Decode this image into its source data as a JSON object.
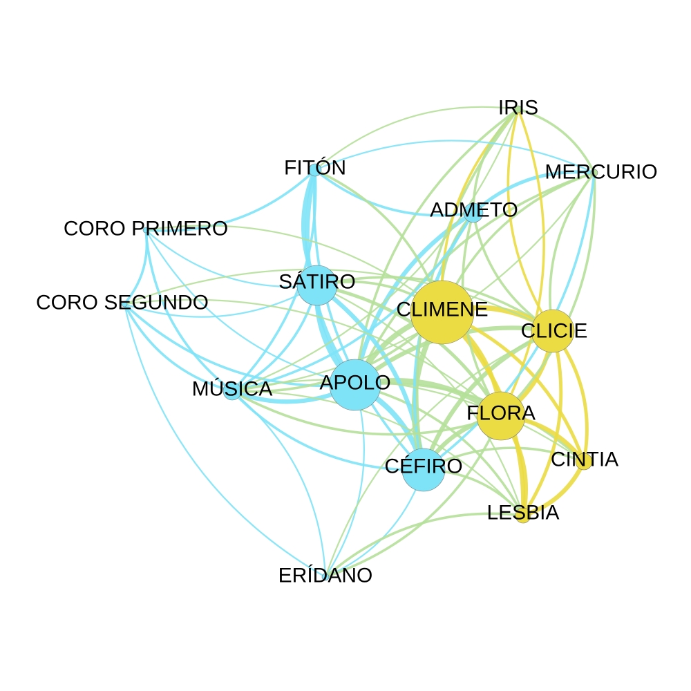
{
  "colors": {
    "blue": "#7ee3f7",
    "yellow": "#ebdc43",
    "green": "#b5e09a"
  },
  "nodes": [
    {
      "id": "apolo",
      "label": "APOLO",
      "group": "blue"
    },
    {
      "id": "climene",
      "label": "CLIMENE",
      "group": "yellow"
    },
    {
      "id": "clicie",
      "label": "CLICIE",
      "group": "yellow"
    },
    {
      "id": "flora",
      "label": "FLORA",
      "group": "yellow"
    },
    {
      "id": "cefiro",
      "label": "CÉFIRO",
      "group": "blue"
    },
    {
      "id": "satiro",
      "label": "SÁTIRO",
      "group": "blue"
    },
    {
      "id": "admeto",
      "label": "ADMETO",
      "group": "blue"
    },
    {
      "id": "fiton",
      "label": "FITÓN",
      "group": "blue"
    },
    {
      "id": "musica",
      "label": "MÚSICA",
      "group": "blue"
    },
    {
      "id": "iris",
      "label": "IRIS",
      "group": "green"
    },
    {
      "id": "mercurio",
      "label": "MERCURIO",
      "group": "green"
    },
    {
      "id": "coro_primero",
      "label": "CORO PRIMERO",
      "group": "blue"
    },
    {
      "id": "coro_segundo",
      "label": "CORO SEGUNDO",
      "group": "blue"
    },
    {
      "id": "cintia",
      "label": "CINTIA",
      "group": "yellow"
    },
    {
      "id": "lesbia",
      "label": "LESBIA",
      "group": "yellow"
    },
    {
      "id": "eridano",
      "label": "ERÍDANO",
      "group": "blue"
    }
  ],
  "edges": [
    {
      "source": "apolo",
      "target": "satiro",
      "weight": 5,
      "color": "blue"
    },
    {
      "source": "apolo",
      "target": "cefiro",
      "weight": 5,
      "color": "blue"
    },
    {
      "source": "apolo",
      "target": "fiton",
      "weight": 4,
      "color": "blue"
    },
    {
      "source": "apolo",
      "target": "musica",
      "weight": 4,
      "color": "blue"
    },
    {
      "source": "apolo",
      "target": "admeto",
      "weight": 4,
      "color": "blue"
    },
    {
      "source": "apolo",
      "target": "climene",
      "weight": 5,
      "color": "green"
    },
    {
      "source": "apolo",
      "target": "clicie",
      "weight": 4,
      "color": "green"
    },
    {
      "source": "apolo",
      "target": "flora",
      "weight": 5,
      "color": "green"
    },
    {
      "source": "apolo",
      "target": "cintia",
      "weight": 2,
      "color": "green"
    },
    {
      "source": "apolo",
      "target": "lesbia",
      "weight": 2,
      "color": "green"
    },
    {
      "source": "apolo",
      "target": "coro_segundo",
      "weight": 2,
      "color": "blue"
    },
    {
      "source": "apolo",
      "target": "coro_primero",
      "weight": 1,
      "color": "blue"
    },
    {
      "source": "apolo",
      "target": "iris",
      "weight": 2,
      "color": "green"
    },
    {
      "source": "apolo",
      "target": "mercurio",
      "weight": 2,
      "color": "green"
    },
    {
      "source": "apolo",
      "target": "eridano",
      "weight": 1,
      "color": "blue"
    },
    {
      "source": "satiro",
      "target": "fiton",
      "weight": 4,
      "color": "blue"
    },
    {
      "source": "satiro",
      "target": "cefiro",
      "weight": 4,
      "color": "blue"
    },
    {
      "source": "satiro",
      "target": "musica",
      "weight": 2,
      "color": "blue"
    },
    {
      "source": "satiro",
      "target": "climene",
      "weight": 2,
      "color": "green"
    },
    {
      "source": "satiro",
      "target": "flora",
      "weight": 3,
      "color": "green"
    },
    {
      "source": "satiro",
      "target": "clicie",
      "weight": 2,
      "color": "green"
    },
    {
      "source": "satiro",
      "target": "coro_segundo",
      "weight": 1,
      "color": "blue"
    },
    {
      "source": "satiro",
      "target": "coro_primero",
      "weight": 1,
      "color": "blue"
    },
    {
      "source": "satiro",
      "target": "lesbia",
      "weight": 1,
      "color": "green"
    },
    {
      "source": "cefiro",
      "target": "climene",
      "weight": 5,
      "color": "green"
    },
    {
      "source": "cefiro",
      "target": "clicie",
      "weight": 4,
      "color": "green"
    },
    {
      "source": "cefiro",
      "target": "flora",
      "weight": 4,
      "color": "green"
    },
    {
      "source": "cefiro",
      "target": "admeto",
      "weight": 3,
      "color": "blue"
    },
    {
      "source": "cefiro",
      "target": "musica",
      "weight": 2,
      "color": "blue"
    },
    {
      "source": "cefiro",
      "target": "lesbia",
      "weight": 2,
      "color": "green"
    },
    {
      "source": "cefiro",
      "target": "cintia",
      "weight": 2,
      "color": "green"
    },
    {
      "source": "cefiro",
      "target": "eridano",
      "weight": 1,
      "color": "blue"
    },
    {
      "source": "cefiro",
      "target": "fiton",
      "weight": 2,
      "color": "blue"
    },
    {
      "source": "cefiro",
      "target": "iris",
      "weight": 2,
      "color": "green"
    },
    {
      "source": "climene",
      "target": "clicie",
      "weight": 5,
      "color": "yellow"
    },
    {
      "source": "climene",
      "target": "flora",
      "weight": 4,
      "color": "yellow"
    },
    {
      "source": "climene",
      "target": "lesbia",
      "weight": 4,
      "color": "yellow"
    },
    {
      "source": "climene",
      "target": "cintia",
      "weight": 3,
      "color": "yellow"
    },
    {
      "source": "climene",
      "target": "admeto",
      "weight": 2,
      "color": "green"
    },
    {
      "source": "climene",
      "target": "iris",
      "weight": 2,
      "color": "yellow"
    },
    {
      "source": "climene",
      "target": "mercurio",
      "weight": 2,
      "color": "green"
    },
    {
      "source": "climene",
      "target": "musica",
      "weight": 2,
      "color": "green"
    },
    {
      "source": "clicie",
      "target": "flora",
      "weight": 4,
      "color": "yellow"
    },
    {
      "source": "clicie",
      "target": "cintia",
      "weight": 3,
      "color": "yellow"
    },
    {
      "source": "clicie",
      "target": "lesbia",
      "weight": 3,
      "color": "yellow"
    },
    {
      "source": "clicie",
      "target": "admeto",
      "weight": 2,
      "color": "green"
    },
    {
      "source": "clicie",
      "target": "iris",
      "weight": 2,
      "color": "yellow"
    },
    {
      "source": "clicie",
      "target": "mercurio",
      "weight": 2,
      "color": "green"
    },
    {
      "source": "flora",
      "target": "cintia",
      "weight": 4,
      "color": "yellow"
    },
    {
      "source": "flora",
      "target": "lesbia",
      "weight": 4,
      "color": "yellow"
    },
    {
      "source": "flora",
      "target": "admeto",
      "weight": 2,
      "color": "green"
    },
    {
      "source": "flora",
      "target": "musica",
      "weight": 2,
      "color": "green"
    },
    {
      "source": "flora",
      "target": "eridano",
      "weight": 2,
      "color": "green"
    },
    {
      "source": "cintia",
      "target": "lesbia",
      "weight": 4,
      "color": "yellow"
    },
    {
      "source": "admeto",
      "target": "fiton",
      "weight": 2,
      "color": "blue"
    },
    {
      "source": "admeto",
      "target": "mercurio",
      "weight": 3,
      "color": "blue"
    },
    {
      "source": "admeto",
      "target": "iris",
      "weight": 2,
      "color": "green"
    },
    {
      "source": "admeto",
      "target": "musica",
      "weight": 2,
      "color": "blue"
    },
    {
      "source": "fiton",
      "target": "coro_primero",
      "weight": 2,
      "color": "blue"
    },
    {
      "source": "fiton",
      "target": "musica",
      "weight": 2,
      "color": "blue"
    },
    {
      "source": "fiton",
      "target": "iris",
      "weight": 1,
      "color": "green"
    },
    {
      "source": "fiton",
      "target": "mercurio",
      "weight": 1,
      "color": "blue"
    },
    {
      "source": "fiton",
      "target": "climene",
      "weight": 2,
      "color": "green"
    },
    {
      "source": "musica",
      "target": "coro_primero",
      "weight": 2,
      "color": "blue"
    },
    {
      "source": "musica",
      "target": "coro_segundo",
      "weight": 2,
      "color": "blue"
    },
    {
      "source": "musica",
      "target": "eridano",
      "weight": 1,
      "color": "blue"
    },
    {
      "source": "musica",
      "target": "lesbia",
      "weight": 1,
      "color": "green"
    },
    {
      "source": "musica",
      "target": "cintia",
      "weight": 1,
      "color": "green"
    },
    {
      "source": "coro_primero",
      "target": "coro_segundo",
      "weight": 2,
      "color": "blue"
    },
    {
      "source": "coro_primero",
      "target": "climene",
      "weight": 1,
      "color": "green"
    },
    {
      "source": "coro_segundo",
      "target": "clicie",
      "weight": 1,
      "color": "green"
    },
    {
      "source": "coro_segundo",
      "target": "flora",
      "weight": 1,
      "color": "green"
    },
    {
      "source": "iris",
      "target": "mercurio",
      "weight": 2,
      "color": "green"
    },
    {
      "source": "iris",
      "target": "flora",
      "weight": 2,
      "color": "yellow"
    },
    {
      "source": "iris",
      "target": "musica",
      "weight": 1,
      "color": "green"
    },
    {
      "source": "mercurio",
      "target": "musica",
      "weight": 1,
      "color": "green"
    },
    {
      "source": "mercurio",
      "target": "flora",
      "weight": 2,
      "color": "green"
    },
    {
      "source": "mercurio",
      "target": "cefiro",
      "weight": 2,
      "color": "blue"
    },
    {
      "source": "eridano",
      "target": "lesbia",
      "weight": 2,
      "color": "green"
    },
    {
      "source": "eridano",
      "target": "clicie",
      "weight": 1,
      "color": "green"
    },
    {
      "source": "eridano",
      "target": "coro_segundo",
      "weight": 1,
      "color": "blue"
    }
  ]
}
